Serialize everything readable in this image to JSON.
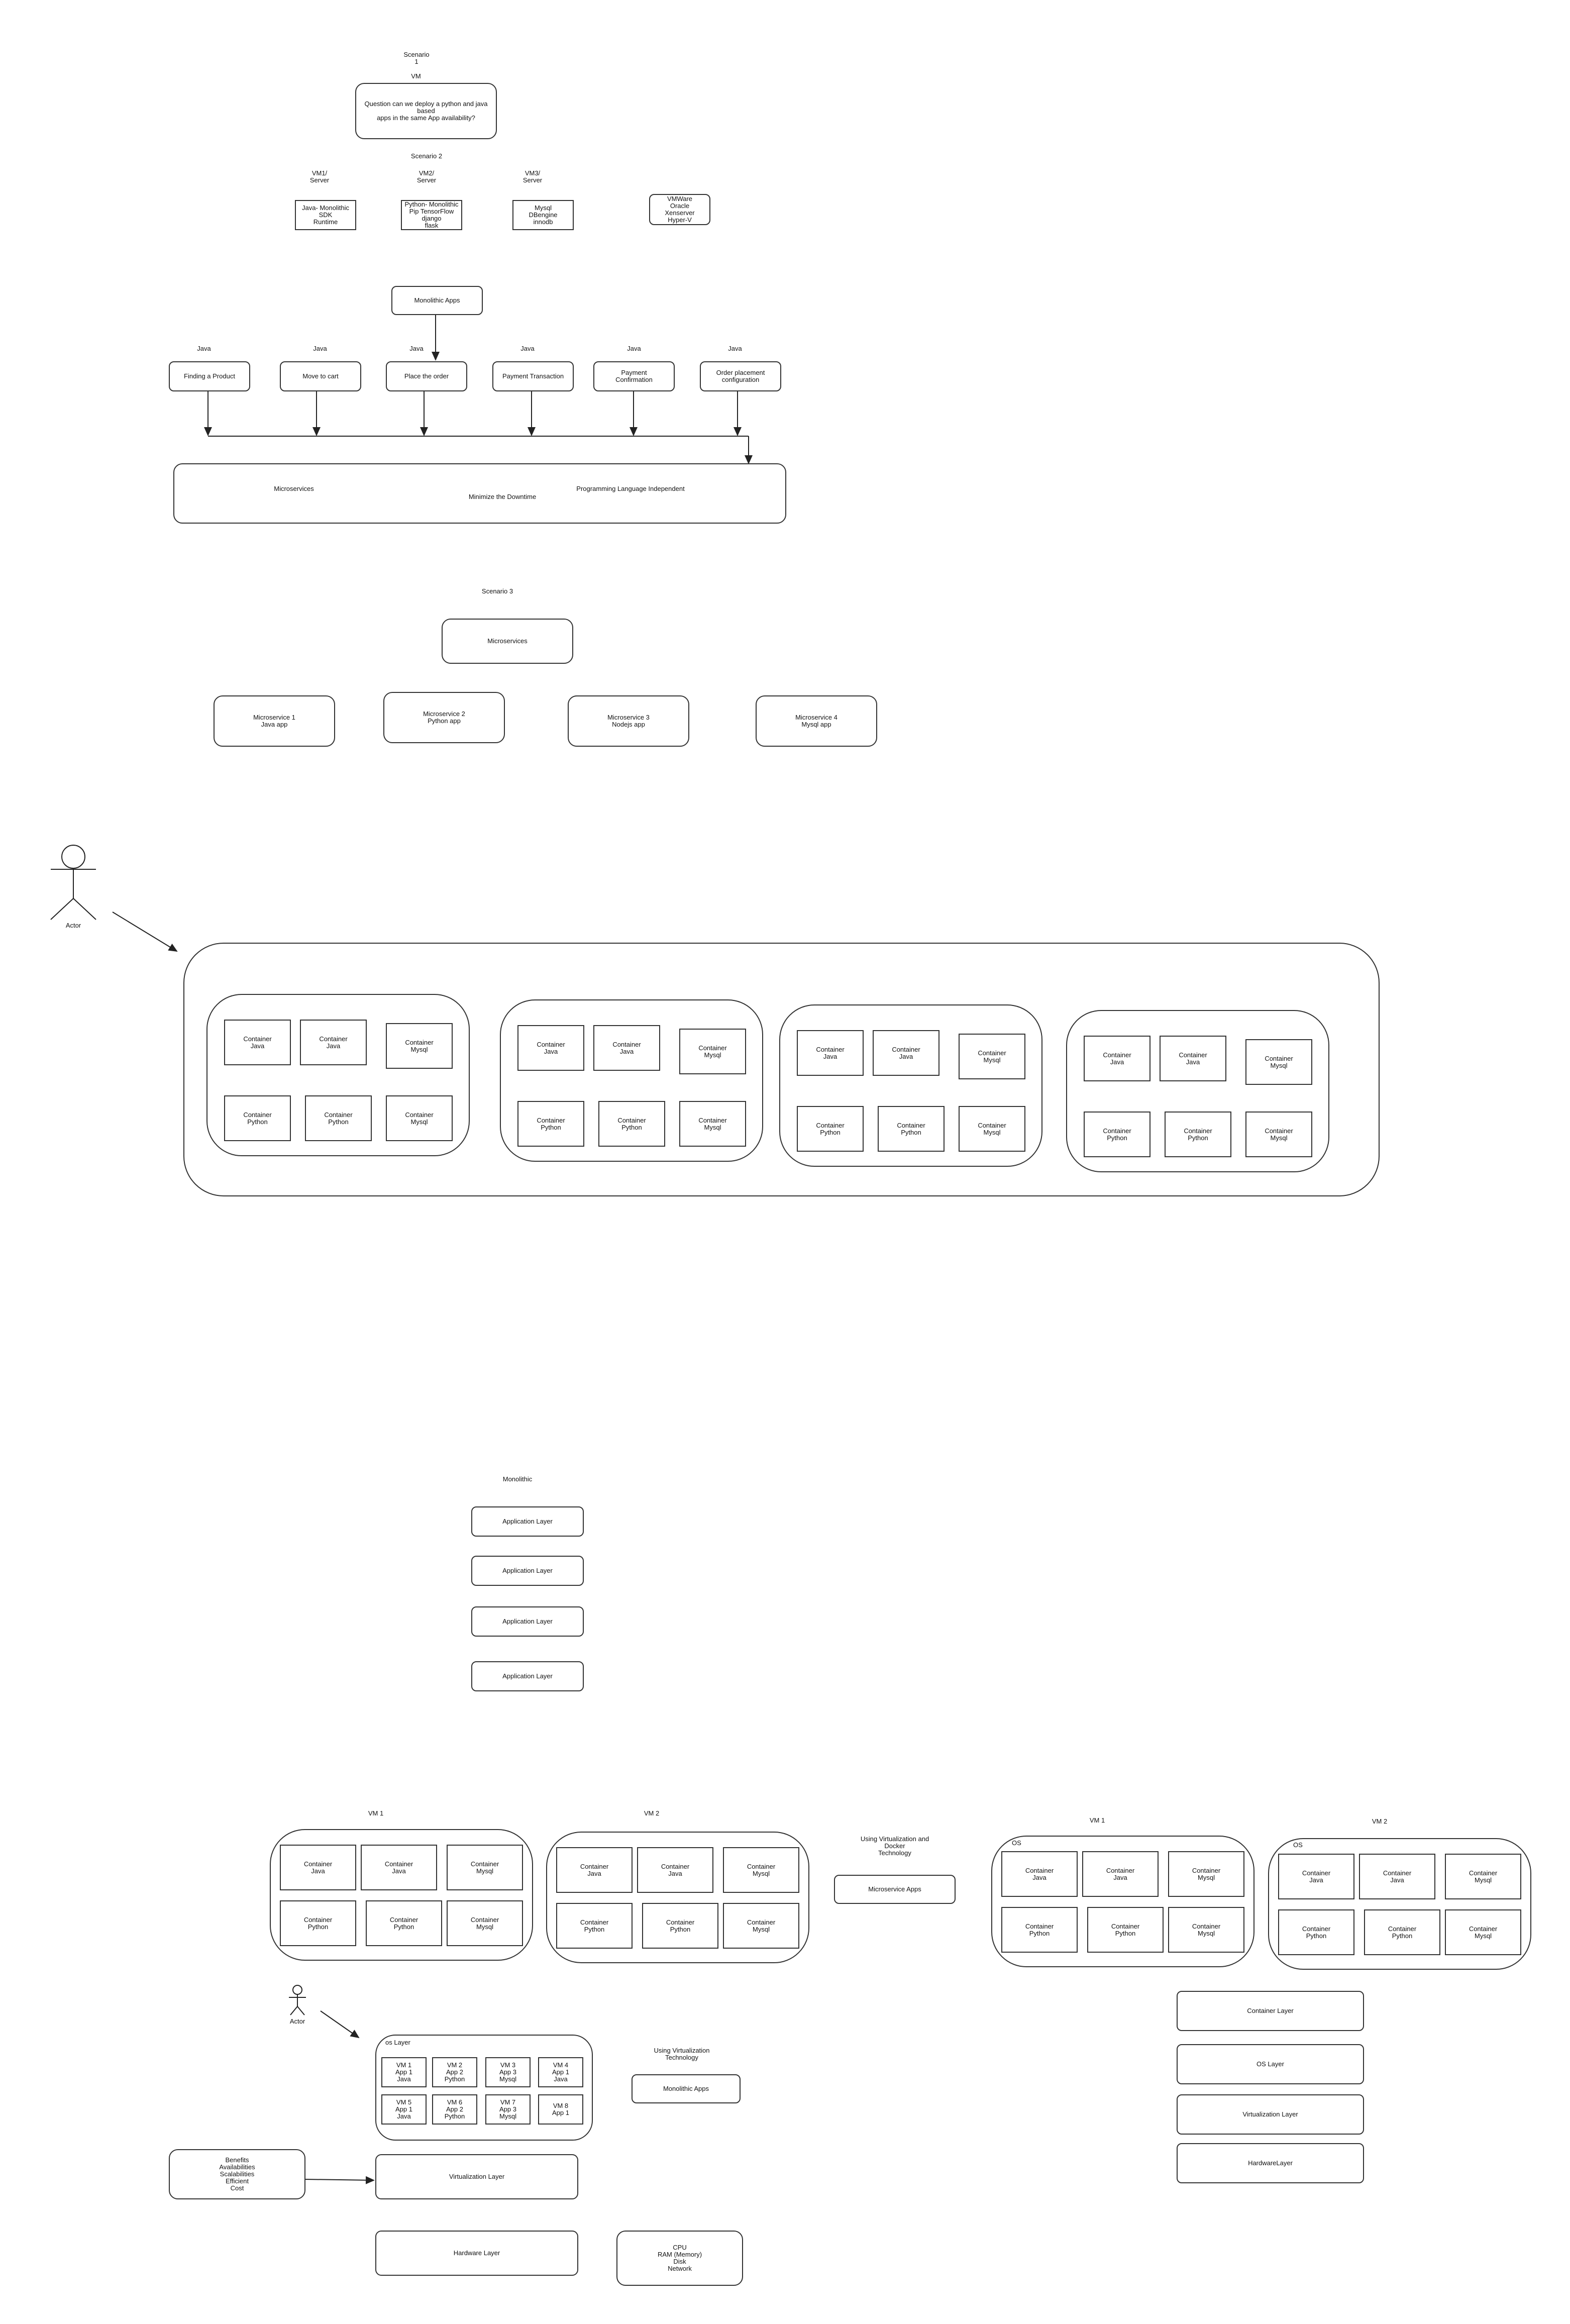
{
  "scenario1": {
    "label": "Scenario\n1",
    "vm_label": "VM",
    "question": "Question can we deploy a python and java based\napps in the same App availability?"
  },
  "scenario2": {
    "label": "Scenario 2",
    "vms": [
      {
        "label": "VM1/\nServer",
        "box": "Java- Monolithic\nSDK\nRuntime"
      },
      {
        "label": "VM2/\nServer",
        "box": "Python- Monolithic\nPip TensorFlow\ndjango\nflask"
      },
      {
        "label": "VM3/\nServer",
        "box": "Mysql\nDBengine\ninnodb"
      }
    ],
    "hypervisors": "VMWare\nOracle\nXenserver\nHyper-V"
  },
  "monolithic_flow": {
    "root": "Monolithic Apps",
    "tech": "Java",
    "services": [
      "Finding a Product",
      "Move to cart",
      "Place the order",
      "Payment Transaction",
      "Payment\nConfirmation",
      "Order placement\nconfiguration"
    ],
    "microservices_label": "Microservices",
    "lang_label": "Programming Language Independent",
    "downtime_label": "Minimize the Downtime"
  },
  "scenario3": {
    "label": "Scenario 3",
    "root": "Microservices",
    "items": [
      "Microservice 1\nJava app",
      "Microservice 2\nPython app",
      "Microservice 3\nNodejs app",
      "Microservice 4\nMysql app"
    ]
  },
  "actor_label": "Actor",
  "containers": {
    "row1": [
      "Container\nJava",
      "Container\nJava",
      "Container\nMysql"
    ],
    "row2": [
      "Container\nPython",
      "Container\nPython",
      "Container\nMysql"
    ]
  },
  "monolithic_stack": {
    "title": "Monolithic",
    "layers": [
      "Application Layer",
      "Application Layer",
      "Application Layer",
      "Application Layer"
    ]
  },
  "bottom": {
    "vm1": "VM 1",
    "vm2": "VM 2",
    "os": "OS",
    "virt_docker": "Using Virtualization and\nDocker\nTechnology",
    "microservice_apps": "Microservice Apps",
    "virt_tech": "Using Virtualization\nTechnology",
    "monolithic_apps": "Monolithic Apps",
    "os_layer_label": "os Layer",
    "vm_cells": [
      "VM 1\nApp 1\nJava",
      "VM 2\nApp 2\nPython",
      "VM 3\nApp 3\nMysql",
      "VM 4\nApp 1\nJava",
      "VM 5\nApp 1\nJava",
      "VM 6\nApp 2\nPython",
      "VM 7\nApp 3\nMysql",
      "VM 8\nApp 1"
    ],
    "benefits": "Benefits\nAvailabilities\nScalabilities\nEfficient\nCost",
    "virtualization_layer": "Virtualization Layer",
    "hardware_layer": "Hardware Layer",
    "resources": "CPU\nRAM (Memory)\nDisk\nNetwork",
    "stack": [
      "Container Layer",
      "OS Layer",
      "Virtualization Layer",
      "HardwareLayer"
    ]
  }
}
